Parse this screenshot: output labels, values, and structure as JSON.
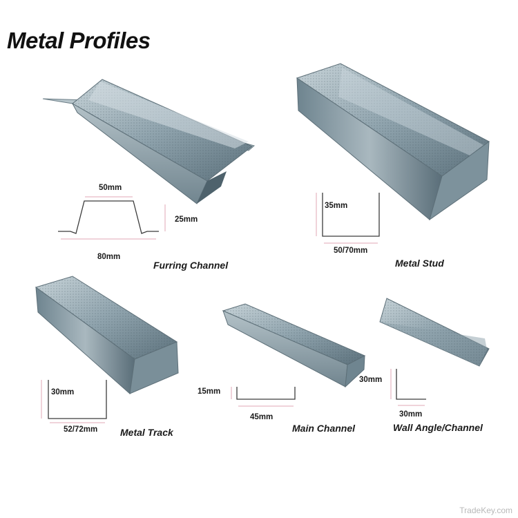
{
  "title": "Metal Profiles",
  "profiles": {
    "furring_channel": {
      "name": "Furring Channel",
      "dim_top": "50mm",
      "dim_height": "25mm",
      "dim_bottom": "80mm"
    },
    "metal_stud": {
      "name": "Metal Stud",
      "dim_height": "35mm",
      "dim_width": "50/70mm"
    },
    "metal_track": {
      "name": "Metal Track",
      "dim_height": "30mm",
      "dim_width": "52/72mm"
    },
    "main_channel": {
      "name": "Main Channel",
      "dim_height": "15mm",
      "dim_width": "45mm"
    },
    "wall_angle": {
      "name": "Wall Angle/Channel",
      "dim_height": "30mm",
      "dim_width": "30mm"
    }
  },
  "watermark": "TradeKey.com",
  "colors": {
    "steel_dark": "#4f6470",
    "steel_light": "#b9c6cc",
    "dimension_line": "#e0a7b4"
  }
}
